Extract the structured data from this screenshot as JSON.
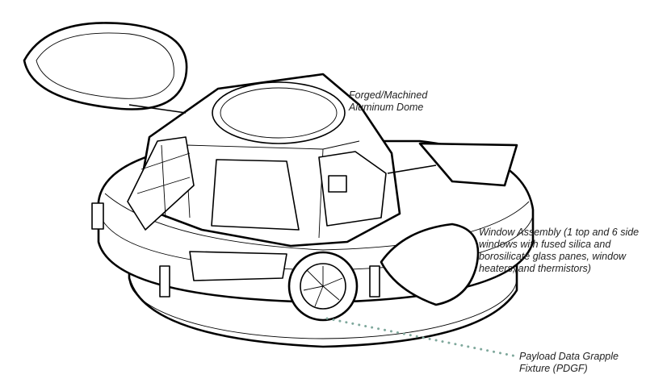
{
  "labels": {
    "dome": "Forged/Machined Aluminum Dome",
    "window_assembly": "Window Assembly (1 top and 6 side windows with fused silica and borosilicate glass panes, window heaters, and thermistors)",
    "pdgf": "Payload Data Grapple Fixture (PDGF)"
  },
  "colors": {
    "leader_line": "#7fa89c",
    "outline": "#000000"
  }
}
